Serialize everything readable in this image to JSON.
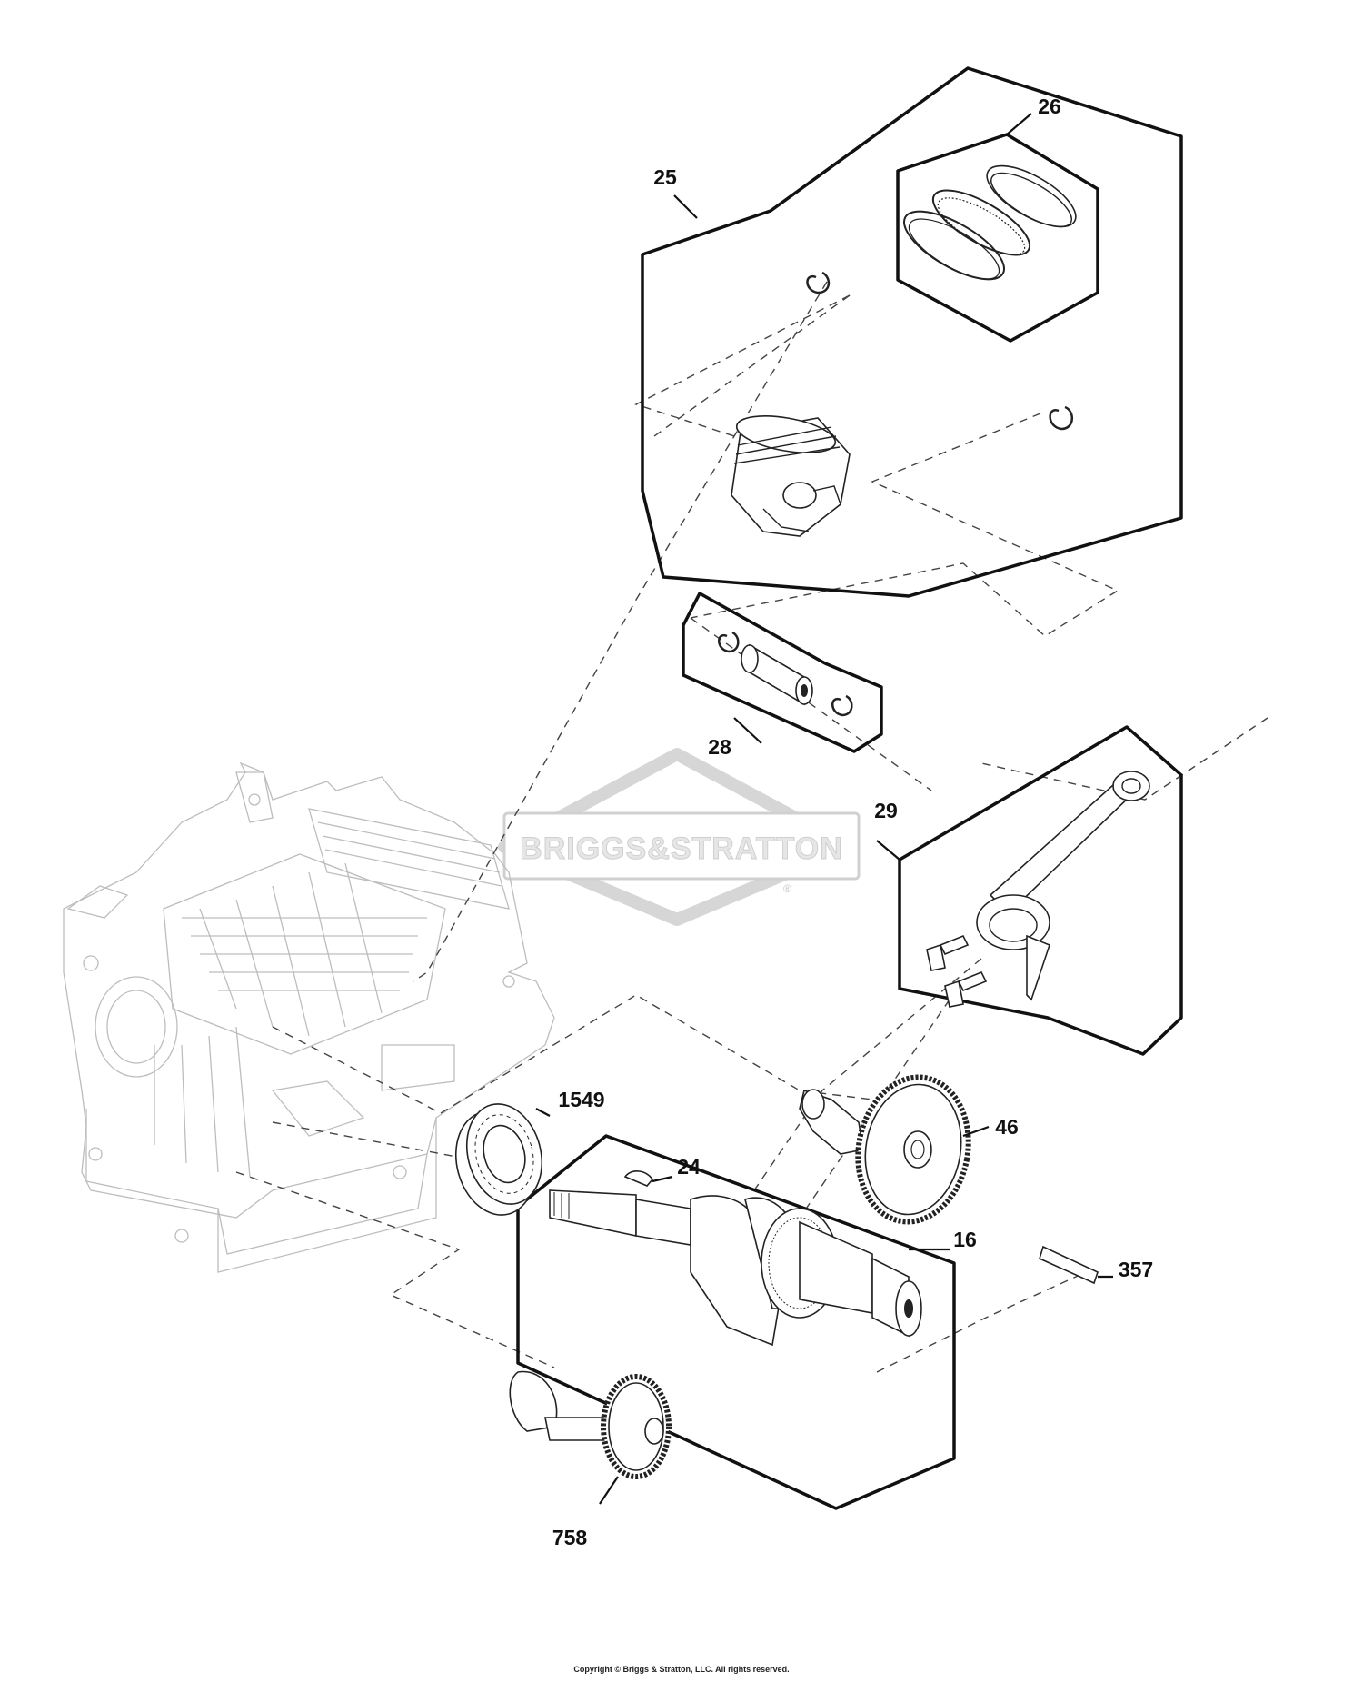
{
  "watermark": {
    "brand_text": "BRIGGS&STRATTON",
    "mark": "®"
  },
  "callouts": {
    "c25": "25",
    "c26": "26",
    "c28": "28",
    "c29": "29",
    "c1549": "1549",
    "c24": "24",
    "c46": "46",
    "c16": "16",
    "c357": "357",
    "c758": "758"
  },
  "footer": {
    "copyright": "Copyright © Briggs & Stratton, LLC. All rights reserved."
  }
}
